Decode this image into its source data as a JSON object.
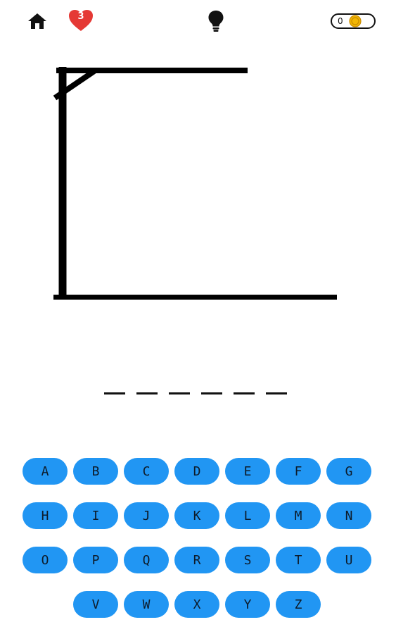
{
  "topbar": {
    "lives": "3",
    "coins": "0",
    "heart_color": "#e53935",
    "coin_color": "#f2b705"
  },
  "word": {
    "letters": [
      "",
      "",
      "",
      "",
      "",
      ""
    ]
  },
  "keyboard": {
    "key_color": "#2196f3",
    "rows": [
      [
        "A",
        "B",
        "C",
        "D",
        "E",
        "F",
        "G"
      ],
      [
        "H",
        "I",
        "J",
        "K",
        "L",
        "M",
        "N"
      ],
      [
        "O",
        "P",
        "Q",
        "R",
        "S",
        "T",
        "U"
      ],
      [
        "V",
        "W",
        "X",
        "Y",
        "Z"
      ]
    ]
  }
}
